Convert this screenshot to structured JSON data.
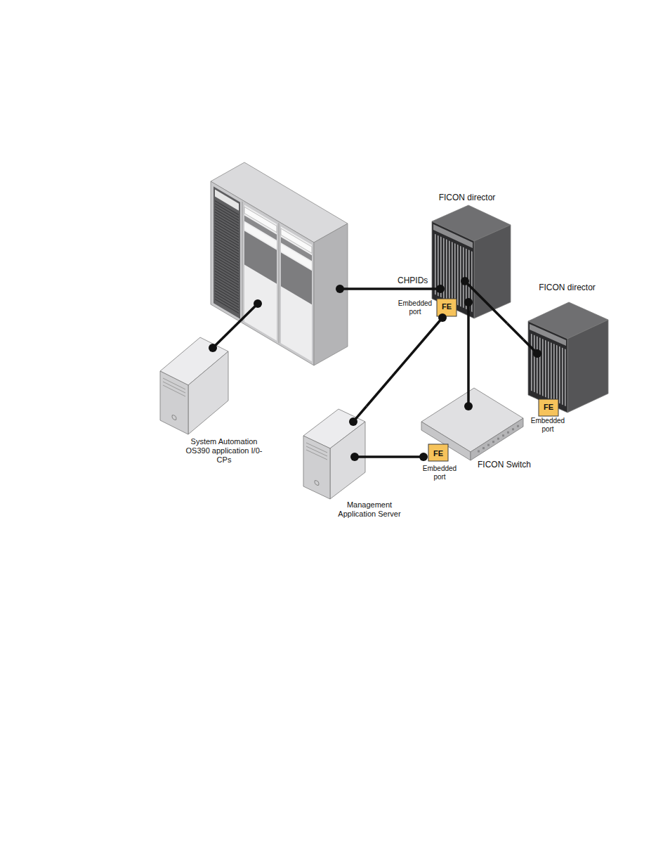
{
  "diagram": {
    "nodes": [
      {
        "text": [
          "FICON director"
        ]
      },
      {
        "text": [
          "FE",
          "Embedded port"
        ],
        "in": 0
      },
      {
        "text": [
          "FICON director"
        ]
      },
      {
        "text": [
          "FE",
          "Embedded port"
        ],
        "in": 2
      },
      {
        "text": [
          "System Automation OS390 application I/0-CPs"
        ]
      },
      {
        "text": [
          "Management Application Server"
        ]
      },
      {
        "text": [
          "FICON Switch"
        ]
      },
      {
        "text": [
          "FE",
          "Embedded port"
        ],
        "in": 6
      }
    ],
    "edges": [
      {
        "from": 0,
        "to": 2,
        "arrow": "none"
      },
      {
        "from": 0,
        "to": 6,
        "arrow": "none"
      },
      {
        "from": 1,
        "to": 5,
        "arrow": "none"
      },
      {
        "from": 5,
        "to": 7,
        "arrow": "none"
      }
    ],
    "labels": [
      "CHPIDs"
    ]
  }
}
